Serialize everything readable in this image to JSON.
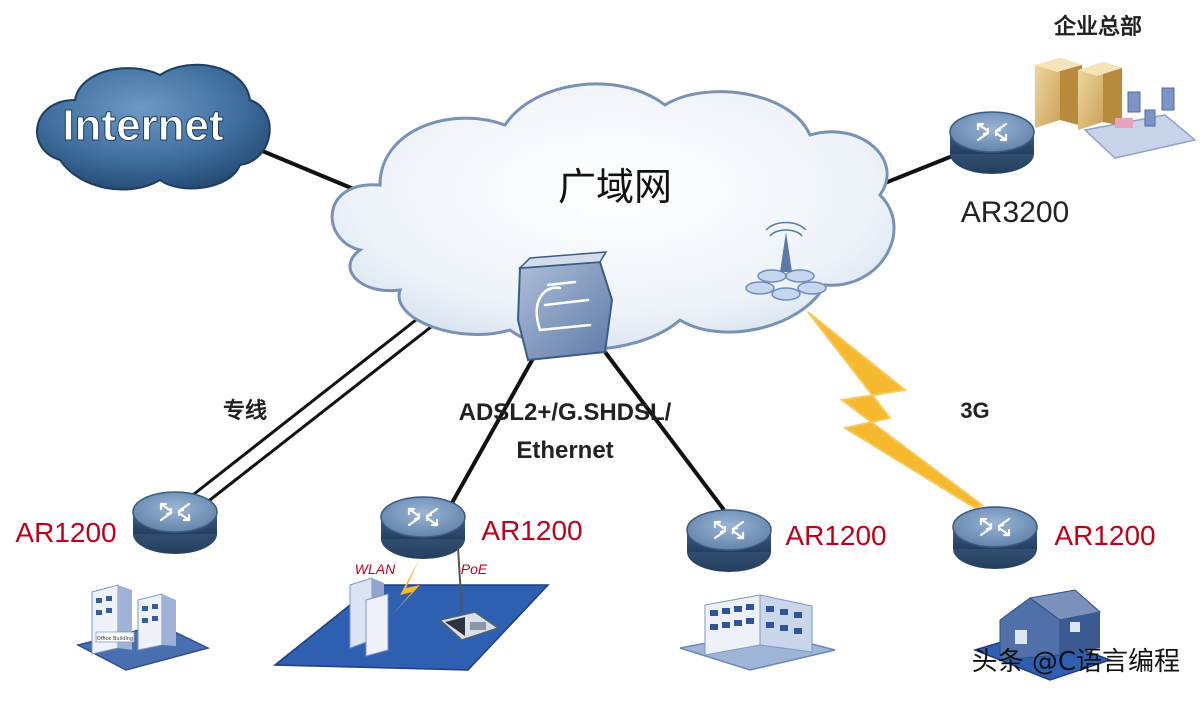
{
  "diagram": {
    "internet_label": "Internet",
    "wan_label": "广域网",
    "hq_label": "企业总部",
    "hq_router_label": "AR3200",
    "leased_line_label": "专线",
    "dsl_label_line1": "ADSL2+/G.SHDSL/",
    "dsl_label_line2": "Ethernet",
    "threeg_label": "3G",
    "branch_routers": [
      {
        "label": "AR1200"
      },
      {
        "label": "AR1200"
      },
      {
        "label": "AR1200"
      },
      {
        "label": "AR1200"
      }
    ],
    "office_sign": "Office Building",
    "wlan_label": "WLAN",
    "poe_label": "PoE",
    "watermark": "头条 @C语言编程"
  },
  "colors": {
    "router_body": "#4e6f96",
    "router_top": "#6e8fb8",
    "cloud_blue": "#3f6f9f",
    "red_label": "#c0001a",
    "lightning": "#f5b82e",
    "line": "#111111",
    "plate_blue": "#2f5fb0"
  }
}
